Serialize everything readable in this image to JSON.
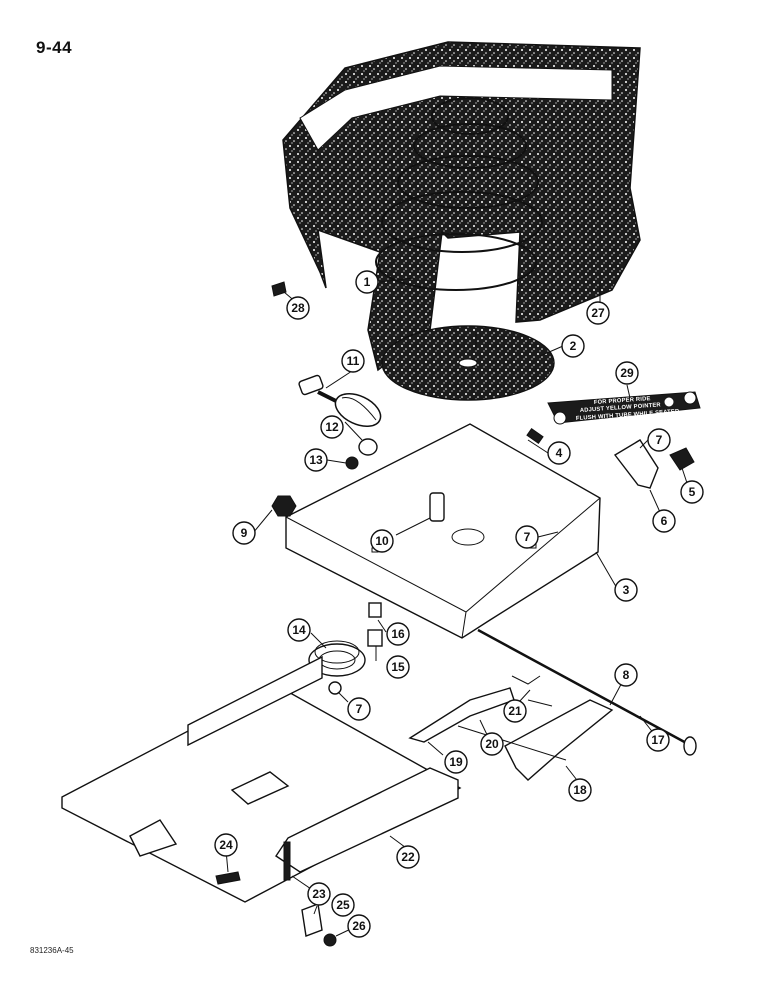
{
  "page_number": "9-44",
  "figure_code": "831236A-45",
  "decal": {
    "lines": [
      "FOR PROPER RIDE",
      "ADJUST YELLOW POINTER",
      "FLUSH WITH TUBE WHILE SEATED"
    ]
  },
  "callouts": [
    "1",
    "2",
    "3",
    "4",
    "5",
    "6",
    "7",
    "7",
    "7",
    "8",
    "9",
    "10",
    "11",
    "12",
    "13",
    "14",
    "15",
    "16",
    "17",
    "18",
    "19",
    "20",
    "21",
    "22",
    "23",
    "24",
    "25",
    "26",
    "27",
    "28",
    "29"
  ]
}
